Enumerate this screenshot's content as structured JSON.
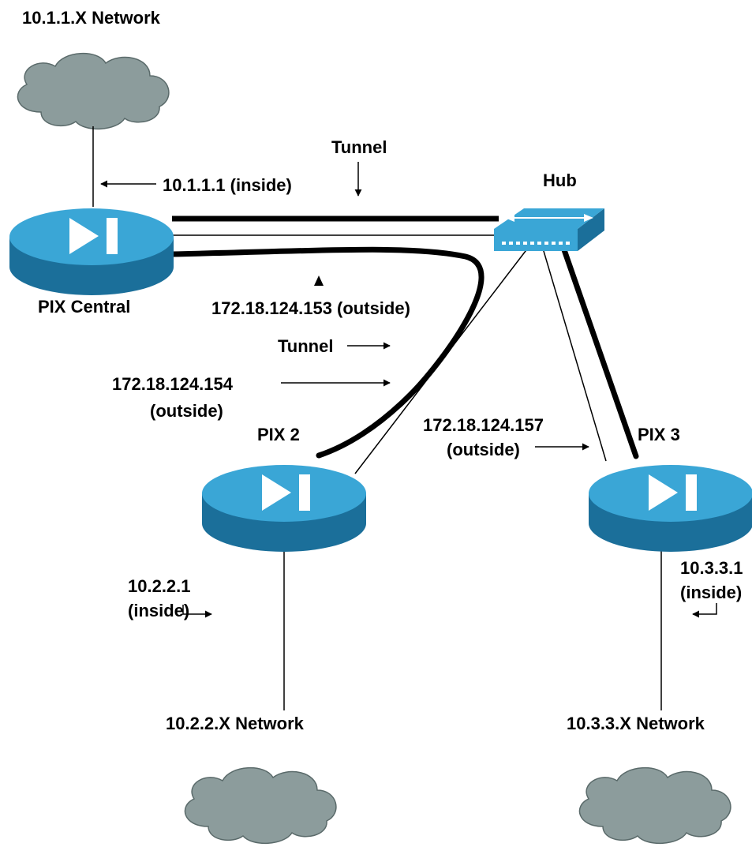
{
  "colors": {
    "background": "#ffffff",
    "cloud": "#8c9c9c",
    "cloud_outline": "#5a6a6a",
    "device_top": "#3aa6d6",
    "device_side": "#1b6f9a",
    "device_symbol": "#ffffff",
    "hub_body": "#3aa6d6",
    "line": "#000000"
  },
  "icons": {
    "cloud": "network-cloud-icon",
    "pix": "pix-firewall-icon",
    "hub": "hub-icon"
  },
  "labels": {
    "net1": "10.1.1.X Network",
    "net2": "10.2.2.X Network",
    "net3": "10.3.3.X Network",
    "inside1": "10.1.1.1 (inside)",
    "tunnel_top": "Tunnel",
    "hub": "Hub",
    "pix_central": "PIX Central",
    "outside153": "172.18.124.153 (outside)",
    "tunnel_mid": "Tunnel",
    "outside154_ip": "172.18.124.154",
    "outside154_role": "(outside)",
    "pix2": "PIX 2",
    "outside157_ip": "172.18.124.157",
    "outside157_role": "(outside)",
    "pix3": "PIX 3",
    "inside2_ip": "10.2.2.1",
    "inside2_role": "(inside)",
    "inside3_ip": "10.3.3.1",
    "inside3_role": "(inside)"
  }
}
